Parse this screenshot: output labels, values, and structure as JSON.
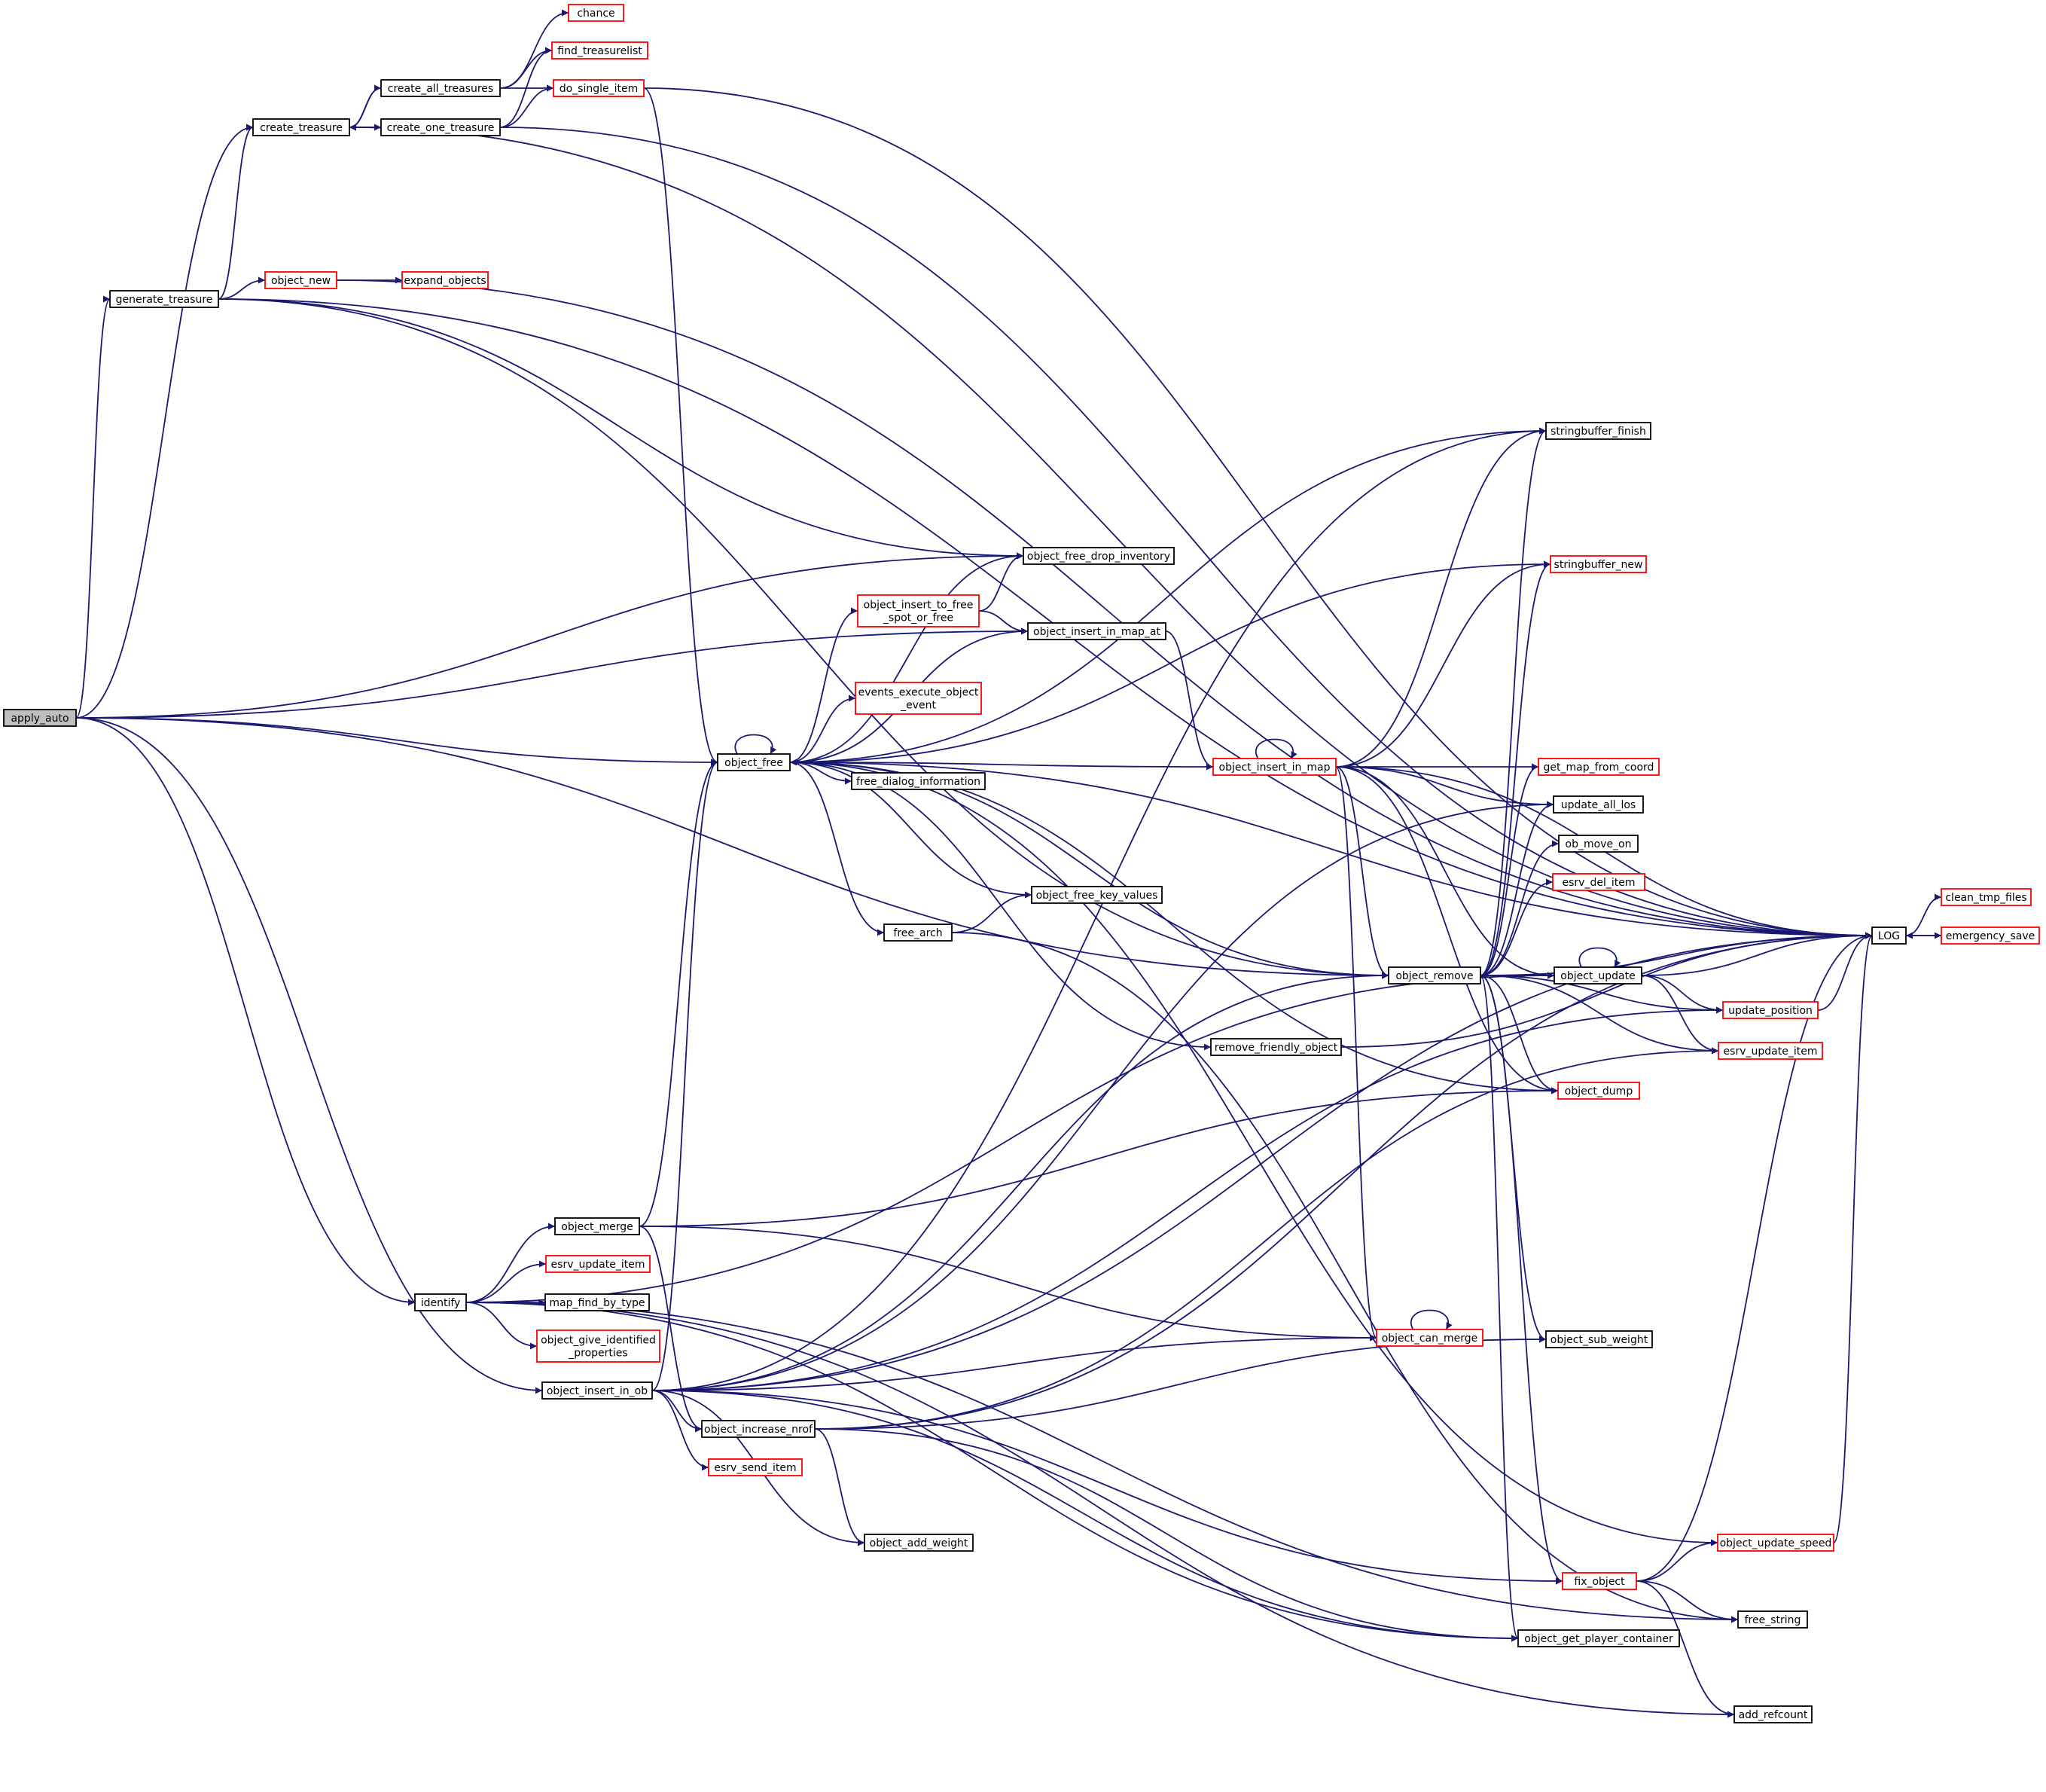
{
  "diagram": {
    "nodes": [
      {
        "id": "apply_auto",
        "lines": [
          "apply_auto"
        ],
        "status": "root"
      },
      {
        "id": "create_treasure",
        "lines": [
          "create_treasure"
        ],
        "status": "documented"
      },
      {
        "id": "create_all_treasures",
        "lines": [
          "create_all_treasures"
        ],
        "status": "documented"
      },
      {
        "id": "create_one_treasure",
        "lines": [
          "create_one_treasure"
        ],
        "status": "documented"
      },
      {
        "id": "chance",
        "lines": [
          "chance"
        ],
        "status": "undocumented"
      },
      {
        "id": "find_treasurelist",
        "lines": [
          "find_treasurelist"
        ],
        "status": "undocumented"
      },
      {
        "id": "do_single_item",
        "lines": [
          "do_single_item"
        ],
        "status": "undocumented"
      },
      {
        "id": "generate_treasure",
        "lines": [
          "generate_treasure"
        ],
        "status": "documented"
      },
      {
        "id": "object_new",
        "lines": [
          "object_new"
        ],
        "status": "undocumented"
      },
      {
        "id": "expand_objects",
        "lines": [
          "expand_objects"
        ],
        "status": "undocumented"
      },
      {
        "id": "object_free_drop_inventory",
        "lines": [
          "object_free_drop_inventory"
        ],
        "status": "documented"
      },
      {
        "id": "object_insert_to_free_spot_or_free",
        "lines": [
          "object_insert_to_free",
          "_spot_or_free"
        ],
        "status": "undocumented"
      },
      {
        "id": "object_insert_in_map_at",
        "lines": [
          "object_insert_in_map_at"
        ],
        "status": "documented"
      },
      {
        "id": "events_execute_object_event",
        "lines": [
          "events_execute_object",
          "_event"
        ],
        "status": "undocumented"
      },
      {
        "id": "object_free",
        "lines": [
          "object_free"
        ],
        "status": "documented"
      },
      {
        "id": "free_dialog_information",
        "lines": [
          "free_dialog_information"
        ],
        "status": "documented"
      },
      {
        "id": "object_free_key_values",
        "lines": [
          "object_free_key_values"
        ],
        "status": "documented"
      },
      {
        "id": "free_arch",
        "lines": [
          "free_arch"
        ],
        "status": "documented"
      },
      {
        "id": "remove_friendly_object",
        "lines": [
          "remove_friendly_object"
        ],
        "status": "documented"
      },
      {
        "id": "object_insert_in_map",
        "lines": [
          "object_insert_in_map"
        ],
        "status": "undocumented"
      },
      {
        "id": "object_remove",
        "lines": [
          "object_remove"
        ],
        "status": "documented"
      },
      {
        "id": "stringbuffer_finish",
        "lines": [
          "stringbuffer_finish"
        ],
        "status": "documented"
      },
      {
        "id": "stringbuffer_new",
        "lines": [
          "stringbuffer_new"
        ],
        "status": "undocumented"
      },
      {
        "id": "get_map_from_coord",
        "lines": [
          "get_map_from_coord"
        ],
        "status": "undocumented"
      },
      {
        "id": "update_all_los",
        "lines": [
          "update_all_los"
        ],
        "status": "documented"
      },
      {
        "id": "ob_move_on",
        "lines": [
          "ob_move_on"
        ],
        "status": "documented"
      },
      {
        "id": "esrv_del_item",
        "lines": [
          "esrv_del_item"
        ],
        "status": "undocumented"
      },
      {
        "id": "object_update",
        "lines": [
          "object_update"
        ],
        "status": "documented"
      },
      {
        "id": "update_position",
        "lines": [
          "update_position"
        ],
        "status": "undocumented"
      },
      {
        "id": "esrv_update_item_r",
        "lines": [
          "esrv_update_item"
        ],
        "status": "undocumented"
      },
      {
        "id": "object_dump",
        "lines": [
          "object_dump"
        ],
        "status": "undocumented"
      },
      {
        "id": "LOG",
        "lines": [
          "LOG"
        ],
        "status": "documented"
      },
      {
        "id": "clean_tmp_files",
        "lines": [
          "clean_tmp_files"
        ],
        "status": "undocumented"
      },
      {
        "id": "emergency_save",
        "lines": [
          "emergency_save"
        ],
        "status": "undocumented"
      },
      {
        "id": "object_merge",
        "lines": [
          "object_merge"
        ],
        "status": "documented"
      },
      {
        "id": "esrv_update_item_l",
        "lines": [
          "esrv_update_item"
        ],
        "status": "undocumented"
      },
      {
        "id": "identify",
        "lines": [
          "identify"
        ],
        "status": "documented"
      },
      {
        "id": "map_find_by_type",
        "lines": [
          "map_find_by_type"
        ],
        "status": "documented"
      },
      {
        "id": "object_give_identified_properties",
        "lines": [
          "object_give_identified",
          "_properties"
        ],
        "status": "undocumented"
      },
      {
        "id": "object_can_merge",
        "lines": [
          "object_can_merge"
        ],
        "status": "undocumented"
      },
      {
        "id": "object_sub_weight",
        "lines": [
          "object_sub_weight"
        ],
        "status": "documented"
      },
      {
        "id": "object_insert_in_ob",
        "lines": [
          "object_insert_in_ob"
        ],
        "status": "documented"
      },
      {
        "id": "object_increase_nrof",
        "lines": [
          "object_increase_nrof"
        ],
        "status": "documented"
      },
      {
        "id": "esrv_send_item",
        "lines": [
          "esrv_send_item"
        ],
        "status": "undocumented"
      },
      {
        "id": "object_add_weight",
        "lines": [
          "object_add_weight"
        ],
        "status": "documented"
      },
      {
        "id": "fix_object",
        "lines": [
          "fix_object"
        ],
        "status": "undocumented"
      },
      {
        "id": "object_update_speed",
        "lines": [
          "object_update_speed"
        ],
        "status": "undocumented"
      },
      {
        "id": "free_string",
        "lines": [
          "free_string"
        ],
        "status": "documented"
      },
      {
        "id": "object_get_player_container",
        "lines": [
          "object_get_player_container"
        ],
        "status": "documented"
      },
      {
        "id": "add_refcount",
        "lines": [
          "add_refcount"
        ],
        "status": "documented"
      }
    ],
    "edges": [
      {
        "from": "apply_auto",
        "to": "create_treasure"
      },
      {
        "from": "apply_auto",
        "to": "generate_treasure"
      },
      {
        "from": "apply_auto",
        "to": "object_free_drop_inventory"
      },
      {
        "from": "apply_auto",
        "to": "object_insert_in_map_at"
      },
      {
        "from": "apply_auto",
        "to": "object_free"
      },
      {
        "from": "apply_auto",
        "to": "object_remove"
      },
      {
        "from": "apply_auto",
        "to": "identify"
      },
      {
        "from": "apply_auto",
        "to": "object_insert_in_ob"
      },
      {
        "from": "create_treasure",
        "to": "create_all_treasures"
      },
      {
        "from": "create_treasure",
        "to": "create_one_treasure"
      },
      {
        "from": "create_treasure",
        "to": "LOG"
      },
      {
        "from": "create_all_treasures",
        "to": "chance"
      },
      {
        "from": "create_all_treasures",
        "to": "find_treasurelist"
      },
      {
        "from": "create_all_treasures",
        "to": "do_single_item"
      },
      {
        "from": "create_all_treasures",
        "to": "create_treasure"
      },
      {
        "from": "create_one_treasure",
        "to": "find_treasurelist"
      },
      {
        "from": "create_one_treasure",
        "to": "do_single_item"
      },
      {
        "from": "create_one_treasure",
        "to": "create_treasure"
      },
      {
        "from": "create_one_treasure",
        "to": "LOG"
      },
      {
        "from": "do_single_item",
        "to": "LOG"
      },
      {
        "from": "do_single_item",
        "to": "object_free"
      },
      {
        "from": "generate_treasure",
        "to": "create_treasure"
      },
      {
        "from": "generate_treasure",
        "to": "object_new"
      },
      {
        "from": "generate_treasure",
        "to": "LOG"
      },
      {
        "from": "generate_treasure",
        "to": "object_free_drop_inventory"
      },
      {
        "from": "generate_treasure",
        "to": "object_remove"
      },
      {
        "from": "object_new",
        "to": "expand_objects"
      },
      {
        "from": "object_new",
        "to": "LOG"
      },
      {
        "from": "object_free",
        "to": "object_free"
      },
      {
        "from": "object_free",
        "to": "object_free_drop_inventory"
      },
      {
        "from": "object_free",
        "to": "object_insert_to_free_spot_or_free"
      },
      {
        "from": "object_free",
        "to": "object_insert_in_map_at"
      },
      {
        "from": "object_free",
        "to": "events_execute_object_event"
      },
      {
        "from": "object_free",
        "to": "free_dialog_information"
      },
      {
        "from": "object_free",
        "to": "object_free_key_values"
      },
      {
        "from": "object_free",
        "to": "free_arch"
      },
      {
        "from": "object_free",
        "to": "remove_friendly_object"
      },
      {
        "from": "object_free",
        "to": "object_remove"
      },
      {
        "from": "object_free",
        "to": "stringbuffer_finish"
      },
      {
        "from": "object_free",
        "to": "stringbuffer_new"
      },
      {
        "from": "object_free",
        "to": "object_dump"
      },
      {
        "from": "object_free",
        "to": "object_update_speed"
      },
      {
        "from": "object_free",
        "to": "LOG"
      },
      {
        "from": "object_insert_to_free_spot_or_free",
        "to": "object_free_drop_inventory"
      },
      {
        "from": "object_insert_to_free_spot_or_free",
        "to": "object_insert_in_map_at"
      },
      {
        "from": "object_insert_in_map_at",
        "to": "object_insert_in_map"
      },
      {
        "from": "free_arch",
        "to": "object_free_key_values"
      },
      {
        "from": "free_arch",
        "to": "free_string"
      },
      {
        "from": "remove_friendly_object",
        "to": "LOG"
      },
      {
        "from": "object_insert_in_map",
        "to": "object_insert_in_map"
      },
      {
        "from": "object_insert_in_map",
        "to": "object_free"
      },
      {
        "from": "object_insert_in_map",
        "to": "stringbuffer_finish"
      },
      {
        "from": "object_insert_in_map",
        "to": "stringbuffer_new"
      },
      {
        "from": "object_insert_in_map",
        "to": "get_map_from_coord"
      },
      {
        "from": "object_insert_in_map",
        "to": "update_all_los"
      },
      {
        "from": "object_insert_in_map",
        "to": "LOG"
      },
      {
        "from": "object_insert_in_map",
        "to": "object_remove"
      },
      {
        "from": "object_insert_in_map",
        "to": "object_update"
      },
      {
        "from": "object_insert_in_map",
        "to": "object_dump"
      },
      {
        "from": "object_insert_in_map",
        "to": "object_can_merge"
      },
      {
        "from": "object_remove",
        "to": "stringbuffer_finish"
      },
      {
        "from": "object_remove",
        "to": "stringbuffer_new"
      },
      {
        "from": "object_remove",
        "to": "get_map_from_coord"
      },
      {
        "from": "object_remove",
        "to": "update_all_los"
      },
      {
        "from": "object_remove",
        "to": "ob_move_on"
      },
      {
        "from": "object_remove",
        "to": "esrv_del_item"
      },
      {
        "from": "object_remove",
        "to": "LOG"
      },
      {
        "from": "object_remove",
        "to": "object_update"
      },
      {
        "from": "object_remove",
        "to": "update_position"
      },
      {
        "from": "object_remove",
        "to": "esrv_update_item_r"
      },
      {
        "from": "object_remove",
        "to": "object_dump"
      },
      {
        "from": "object_remove",
        "to": "object_sub_weight"
      },
      {
        "from": "object_remove",
        "to": "fix_object"
      },
      {
        "from": "object_remove",
        "to": "object_get_player_container"
      },
      {
        "from": "object_update",
        "to": "object_update"
      },
      {
        "from": "object_update",
        "to": "LOG"
      },
      {
        "from": "object_update",
        "to": "update_position"
      },
      {
        "from": "object_update",
        "to": "esrv_update_item_r"
      },
      {
        "from": "update_position",
        "to": "LOG"
      },
      {
        "from": "LOG",
        "to": "clean_tmp_files"
      },
      {
        "from": "LOG",
        "to": "emergency_save"
      },
      {
        "from": "emergency_save",
        "to": "LOG"
      },
      {
        "from": "identify",
        "to": "object_merge"
      },
      {
        "from": "identify",
        "to": "esrv_update_item_l"
      },
      {
        "from": "identify",
        "to": "map_find_by_type"
      },
      {
        "from": "identify",
        "to": "object_give_identified_properties"
      },
      {
        "from": "identify",
        "to": "object_update"
      },
      {
        "from": "identify",
        "to": "free_string"
      },
      {
        "from": "identify",
        "to": "object_get_player_container"
      },
      {
        "from": "identify",
        "to": "add_refcount"
      },
      {
        "from": "object_merge",
        "to": "object_free"
      },
      {
        "from": "object_merge",
        "to": "object_dump"
      },
      {
        "from": "object_merge",
        "to": "object_can_merge"
      },
      {
        "from": "object_merge",
        "to": "object_increase_nrof"
      },
      {
        "from": "object_can_merge",
        "to": "object_can_merge"
      },
      {
        "from": "object_insert_in_ob",
        "to": "object_free"
      },
      {
        "from": "object_insert_in_ob",
        "to": "stringbuffer_finish"
      },
      {
        "from": "object_insert_in_ob",
        "to": "update_all_los"
      },
      {
        "from": "object_insert_in_ob",
        "to": "object_remove"
      },
      {
        "from": "object_insert_in_ob",
        "to": "LOG"
      },
      {
        "from": "object_insert_in_ob",
        "to": "object_can_merge"
      },
      {
        "from": "object_insert_in_ob",
        "to": "update_position"
      },
      {
        "from": "object_insert_in_ob",
        "to": "object_increase_nrof"
      },
      {
        "from": "object_insert_in_ob",
        "to": "esrv_send_item"
      },
      {
        "from": "object_insert_in_ob",
        "to": "object_add_weight"
      },
      {
        "from": "object_insert_in_ob",
        "to": "fix_object"
      },
      {
        "from": "object_insert_in_ob",
        "to": "object_get_player_container"
      },
      {
        "from": "object_increase_nrof",
        "to": "object_sub_weight"
      },
      {
        "from": "object_increase_nrof",
        "to": "LOG"
      },
      {
        "from": "object_increase_nrof",
        "to": "object_add_weight"
      },
      {
        "from": "object_increase_nrof",
        "to": "object_get_player_container"
      },
      {
        "from": "object_increase_nrof",
        "to": "esrv_update_item_r"
      },
      {
        "from": "fix_object",
        "to": "object_update_speed"
      },
      {
        "from": "fix_object",
        "to": "LOG"
      },
      {
        "from": "fix_object",
        "to": "free_string"
      },
      {
        "from": "fix_object",
        "to": "add_refcount"
      },
      {
        "from": "object_update_speed",
        "to": "LOG"
      }
    ]
  }
}
